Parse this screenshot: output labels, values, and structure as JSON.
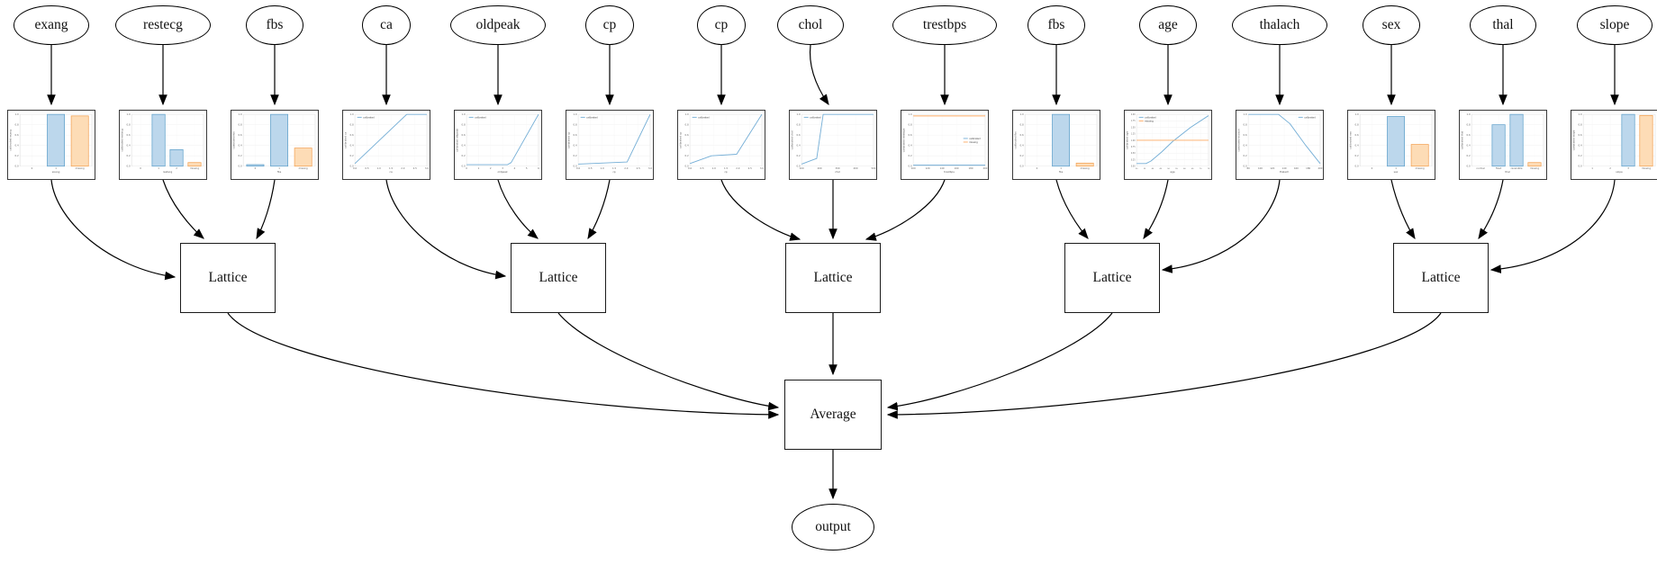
{
  "diagram": {
    "lattice_label": "Lattice",
    "average_label": "Average",
    "output_label": "output",
    "lattice_count": 5,
    "lattice_groups": [
      [
        "exang",
        "restecg",
        "fbs"
      ],
      [
        "ca",
        "oldpeak",
        "cp"
      ],
      [
        "cp",
        "chol",
        "trestbps"
      ],
      [
        "fbs",
        "age",
        "thalach"
      ],
      [
        "sex",
        "thal",
        "slope"
      ]
    ]
  },
  "colors": {
    "bar_blue_fill": "#bcd7ec",
    "bar_blue_edge": "#5b9ec9",
    "bar_orange_fill": "#fddcb6",
    "bar_orange_edge": "#f29e4e",
    "line_blue": "#74aed6",
    "line_orange": "#fdab64",
    "edge_black": "#000000",
    "grid_gray": "#ededed",
    "tick_gray": "#666666"
  },
  "legend_labels": {
    "calibrated": "calibrated",
    "missing": "missing"
  },
  "chart_data": [
    {
      "feature": "exang",
      "type": "bar",
      "xlabel": "exang",
      "ylabel": "calibrated exang",
      "categories": [
        "0",
        "1",
        "missing"
      ],
      "values": [
        0,
        1.0,
        0.97
      ],
      "bar_colors": [
        "blue",
        "blue",
        "orange"
      ],
      "y_ticks": [
        "1.0",
        "0.8",
        "0.6",
        "0.4",
        "0.2",
        "0.0"
      ],
      "ylim": [
        0,
        1
      ],
      "legend": null
    },
    {
      "feature": "restecg",
      "type": "bar",
      "xlabel": "restecg",
      "ylabel": "calibrated restecg",
      "categories": [
        "0",
        "1",
        "2",
        "missing"
      ],
      "values": [
        0,
        1.0,
        0.32,
        0.07
      ],
      "bar_colors": [
        "blue",
        "blue",
        "blue",
        "orange"
      ],
      "y_ticks": [
        "1.0",
        "0.8",
        "0.6",
        "0.4",
        "0.2",
        "0.0"
      ],
      "ylim": [
        0,
        1
      ],
      "legend": null
    },
    {
      "feature": "fbs",
      "type": "bar",
      "xlabel": "fbs",
      "ylabel": "calibrated fbs",
      "categories": [
        "0",
        "1",
        "missing"
      ],
      "values": [
        0.03,
        1.0,
        0.35
      ],
      "bar_colors": [
        "blue",
        "blue",
        "orange"
      ],
      "y_ticks": [
        "1.0",
        "0.8",
        "0.6",
        "0.4",
        "0.2",
        "0.0"
      ],
      "ylim": [
        0,
        1
      ],
      "legend": null
    },
    {
      "feature": "ca",
      "type": "line",
      "xlabel": "ca",
      "ylabel": "calibrated ca",
      "x_ticks": [
        "0.0",
        "0.5",
        "1.0",
        "1.5",
        "2.0",
        "2.5",
        "3.0"
      ],
      "series": [
        {
          "name": "calibrated",
          "color": "blue",
          "points": [
            [
              0,
              0.05
            ],
            [
              0.72,
              1.0
            ],
            [
              1,
              1.0
            ]
          ]
        }
      ],
      "y_ticks": [
        "1.0",
        "0.8",
        "0.6",
        "0.4",
        "0.2",
        "0.0"
      ],
      "ylim": [
        0,
        1
      ],
      "legend": "top-left"
    },
    {
      "feature": "oldpeak",
      "type": "line",
      "xlabel": "oldpeak",
      "ylabel": "calibrated oldpeak",
      "x_ticks": [
        "0",
        "1",
        "2",
        "3",
        "4",
        "5",
        "6"
      ],
      "series": [
        {
          "name": "calibrated",
          "color": "blue",
          "points": [
            [
              0,
              0.03
            ],
            [
              0.57,
              0.03
            ],
            [
              0.62,
              0.07
            ],
            [
              1,
              1.0
            ]
          ]
        }
      ],
      "y_ticks": [
        "1.0",
        "0.8",
        "0.6",
        "0.4",
        "0.2",
        "0.0"
      ],
      "ylim": [
        0,
        1
      ],
      "legend": "top-left"
    },
    {
      "feature": "cp",
      "type": "line",
      "xlabel": "cp",
      "ylabel": "calibrated cp",
      "x_ticks": [
        "0.0",
        "0.5",
        "1.0",
        "1.5",
        "2.0",
        "2.5",
        "3.0"
      ],
      "series": [
        {
          "name": "calibrated",
          "color": "blue",
          "points": [
            [
              0,
              0.04
            ],
            [
              0.68,
              0.08
            ],
            [
              1,
              1.0
            ]
          ]
        }
      ],
      "y_ticks": [
        "1.0",
        "0.8",
        "0.6",
        "0.4",
        "0.2",
        "0.0"
      ],
      "ylim": [
        0,
        1
      ],
      "legend": "top-left"
    },
    {
      "feature": "cp",
      "type": "line",
      "xlabel": "cp",
      "ylabel": "calibrated cp",
      "x_ticks": [
        "0.0",
        "0.5",
        "1.0",
        "1.5",
        "2.0",
        "2.5",
        "3.0"
      ],
      "series": [
        {
          "name": "calibrated",
          "color": "blue",
          "points": [
            [
              0,
              0.05
            ],
            [
              0.3,
              0.2
            ],
            [
              0.65,
              0.23
            ],
            [
              1,
              1.0
            ]
          ]
        }
      ],
      "y_ticks": [
        "1.0",
        "0.8",
        "0.6",
        "0.4",
        "0.2",
        "0.0"
      ],
      "ylim": [
        0,
        1
      ],
      "legend": "top-left"
    },
    {
      "feature": "chol",
      "type": "line",
      "xlabel": "chol",
      "ylabel": "calibrated chol",
      "x_ticks": [
        "100",
        "200",
        "300",
        "400",
        "500"
      ],
      "series": [
        {
          "name": "calibrated",
          "color": "blue",
          "points": [
            [
              0,
              0.04
            ],
            [
              0.17,
              0.13
            ],
            [
              0.21,
              0.15
            ],
            [
              0.3,
              1.0
            ],
            [
              1,
              1.0
            ]
          ]
        }
      ],
      "y_ticks": [
        "1.0",
        "0.8",
        "0.6",
        "0.4",
        "0.2",
        "0.0"
      ],
      "ylim": [
        0,
        1
      ],
      "legend": "top-left"
    },
    {
      "feature": "trestbps",
      "type": "line",
      "xlabel": "trestbps",
      "ylabel": "calibrated trestbps",
      "x_ticks": [
        "100",
        "120",
        "140",
        "160",
        "180",
        "200"
      ],
      "series": [
        {
          "name": "calibrated",
          "color": "blue",
          "points": [
            [
              0,
              0.02
            ],
            [
              1,
              0.02
            ]
          ]
        },
        {
          "name": "missing",
          "color": "orange",
          "points": [
            [
              0,
              0.97
            ],
            [
              1,
              0.97
            ]
          ]
        }
      ],
      "y_ticks": [
        "1.0",
        "0.8",
        "0.6",
        "0.4",
        "0.2",
        "0.0"
      ],
      "ylim": [
        0,
        1
      ],
      "legend": "middle-right"
    },
    {
      "feature": "fbs",
      "type": "bar",
      "xlabel": "fbs",
      "ylabel": "calibrated fbs",
      "categories": [
        "0",
        "1",
        "missing"
      ],
      "values": [
        0,
        1.0,
        0.06
      ],
      "bar_colors": [
        "blue",
        "blue",
        "orange"
      ],
      "y_ticks": [
        "1.0",
        "0.8",
        "0.6",
        "0.4",
        "0.2",
        "0.0"
      ],
      "ylim": [
        0,
        1
      ],
      "legend": null
    },
    {
      "feature": "age",
      "type": "line",
      "xlabel": "age",
      "ylabel": "calibrated age",
      "x_ticks": [
        "30",
        "35",
        "40",
        "45",
        "50",
        "55",
        "60",
        "65",
        "70",
        "75"
      ],
      "series": [
        {
          "name": "calibrated",
          "color": "blue",
          "points": [
            [
              0,
              0.1
            ],
            [
              0.13,
              0.1
            ],
            [
              0.2,
              0.2
            ],
            [
              0.35,
              0.55
            ],
            [
              0.5,
              0.95
            ],
            [
              0.57,
              1.1
            ],
            [
              0.75,
              1.5
            ],
            [
              1,
              1.95
            ]
          ]
        },
        {
          "name": "missing",
          "color": "orange",
          "points": [
            [
              0,
              1.0
            ],
            [
              1,
              1.0
            ]
          ]
        }
      ],
      "y_ticks": [
        "2.00",
        "1.75",
        "1.50",
        "1.25",
        "1.00",
        "0.75",
        "0.50",
        "0.25",
        "0.00"
      ],
      "ylim": [
        0,
        2
      ],
      "legend": "top-left"
    },
    {
      "feature": "thalach",
      "type": "line",
      "xlabel": "thalach",
      "ylabel": "calibrated thalach",
      "x_ticks": [
        "80",
        "100",
        "120",
        "140",
        "160",
        "180",
        "200"
      ],
      "series": [
        {
          "name": "calibrated",
          "color": "blue",
          "points": [
            [
              0,
              1.0
            ],
            [
              0.42,
              1.0
            ],
            [
              0.58,
              0.82
            ],
            [
              0.72,
              0.55
            ],
            [
              0.8,
              0.4
            ],
            [
              1,
              0.05
            ]
          ]
        }
      ],
      "y_ticks": [
        "1.0",
        "0.8",
        "0.6",
        "0.4",
        "0.2",
        "0.0"
      ],
      "ylim": [
        0,
        1
      ],
      "legend": "top-right"
    },
    {
      "feature": "sex",
      "type": "bar",
      "xlabel": "sex",
      "ylabel": "calibrated sex",
      "categories": [
        "0",
        "1",
        "missing"
      ],
      "values": [
        0,
        0.96,
        0.42
      ],
      "bar_colors": [
        "blue",
        "blue",
        "orange"
      ],
      "y_ticks": [
        "1.0",
        "0.8",
        "0.6",
        "0.4",
        "0.2",
        "0.0"
      ],
      "ylim": [
        0,
        1
      ],
      "legend": null
    },
    {
      "feature": "thal",
      "type": "bar",
      "xlabel": "thal",
      "ylabel": "calibrated thal",
      "categories": [
        "normal",
        "fixed",
        "reversible",
        "missing"
      ],
      "values": [
        0,
        0.8,
        1.0,
        0.07
      ],
      "bar_colors": [
        "blue",
        "blue",
        "blue",
        "orange"
      ],
      "y_ticks": [
        "1.0",
        "0.8",
        "0.6",
        "0.4",
        "0.2",
        "0.0"
      ],
      "ylim": [
        0,
        1
      ],
      "legend": null
    },
    {
      "feature": "slope",
      "type": "bar",
      "xlabel": "slope",
      "ylabel": "calibrated slope",
      "categories": [
        "1",
        "2",
        "3",
        "missing"
      ],
      "values": [
        0,
        0,
        1.0,
        0.98
      ],
      "bar_colors": [
        "blue",
        "blue",
        "blue",
        "orange"
      ],
      "y_ticks": [
        "1.0",
        "0.8",
        "0.6",
        "0.4",
        "0.2",
        "0.0"
      ],
      "ylim": [
        0,
        1
      ],
      "legend": null
    }
  ]
}
